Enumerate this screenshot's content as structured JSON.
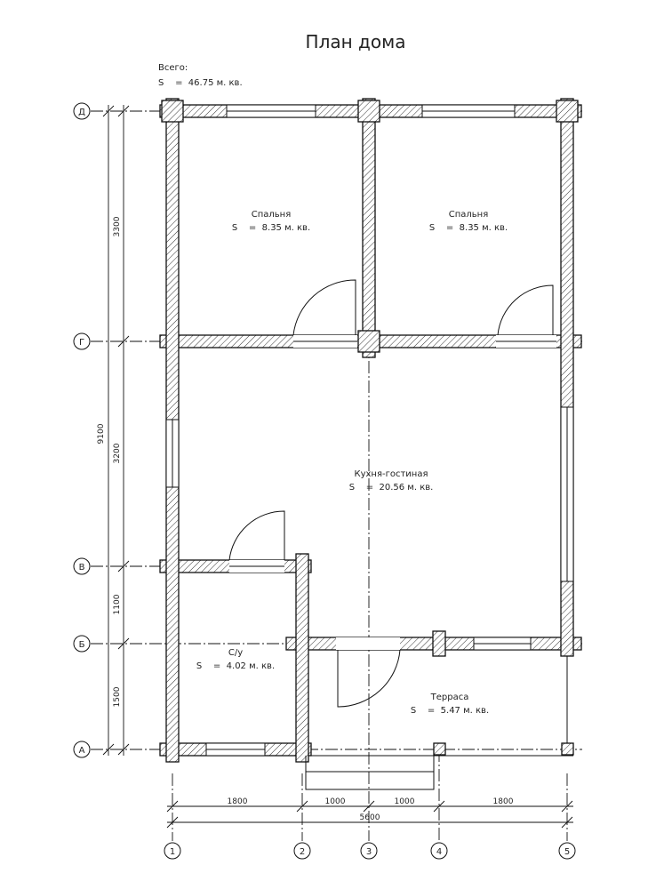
{
  "title": "План дома",
  "total": {
    "label": "Всего:",
    "area": "S    =  46.75 м. кв."
  },
  "rooms": [
    {
      "name": "Спальня",
      "area": "S    =  8.35 м. кв."
    },
    {
      "name": "Спальня",
      "area": "S    =  8.35 м. кв."
    },
    {
      "name": "Кухня-гостиная",
      "area": "S    =  20.56 м. кв."
    },
    {
      "name": "С/у",
      "area": "S    =  4.02 м. кв."
    },
    {
      "name": "Терраса",
      "area": "S    =  5.47 м. кв."
    }
  ],
  "row_axes": [
    "Д",
    "Г",
    "В",
    "Б",
    "А"
  ],
  "col_axes": [
    "1",
    "2",
    "3",
    "4",
    "5"
  ],
  "vertical_dims": {
    "total": "9100",
    "segments": [
      "3300",
      "3200",
      "1100",
      "1500"
    ]
  },
  "horizontal_dims": {
    "total": "5600",
    "segments": [
      "1800",
      "1000",
      "1000",
      "1800"
    ]
  }
}
